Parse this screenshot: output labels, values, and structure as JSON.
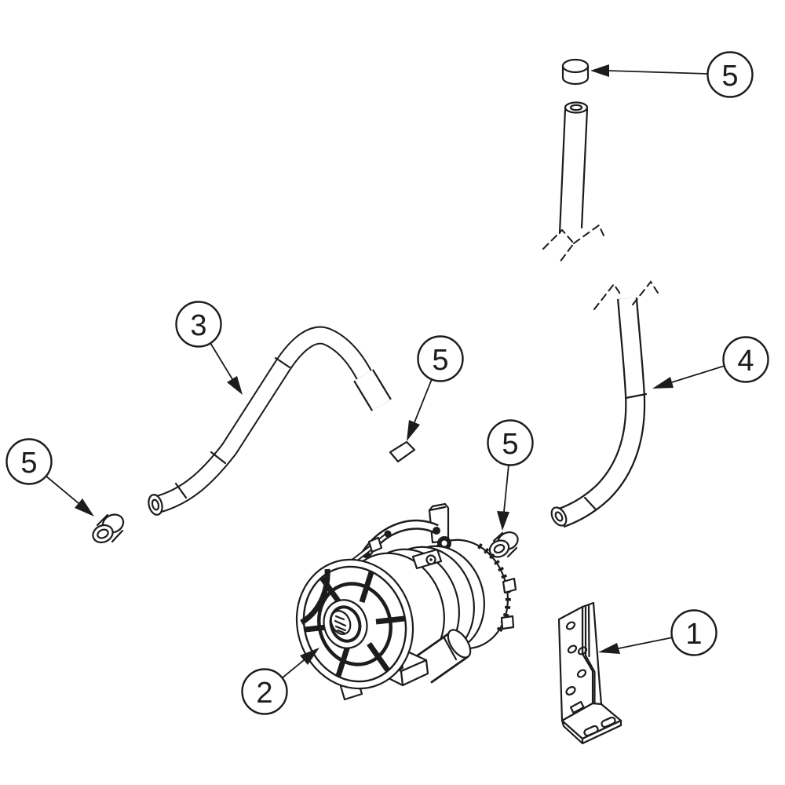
{
  "diagram": {
    "background_color": "#ffffff",
    "line_color": "#1c1c1c",
    "callouts": [
      {
        "label": "5",
        "points_to": "end-cap"
      },
      {
        "label": "5",
        "points_to": "hose-clamp"
      },
      {
        "label": "3",
        "points_to": "upper-formed-hose"
      },
      {
        "label": "5",
        "points_to": "pump-inlet-sleeve"
      },
      {
        "label": "4",
        "points_to": "right-formed-hose"
      },
      {
        "label": "5",
        "points_to": "left-sleeve"
      },
      {
        "label": "2",
        "points_to": "air-pump-assembly"
      },
      {
        "label": "1",
        "points_to": "mounting-bracket"
      }
    ]
  }
}
